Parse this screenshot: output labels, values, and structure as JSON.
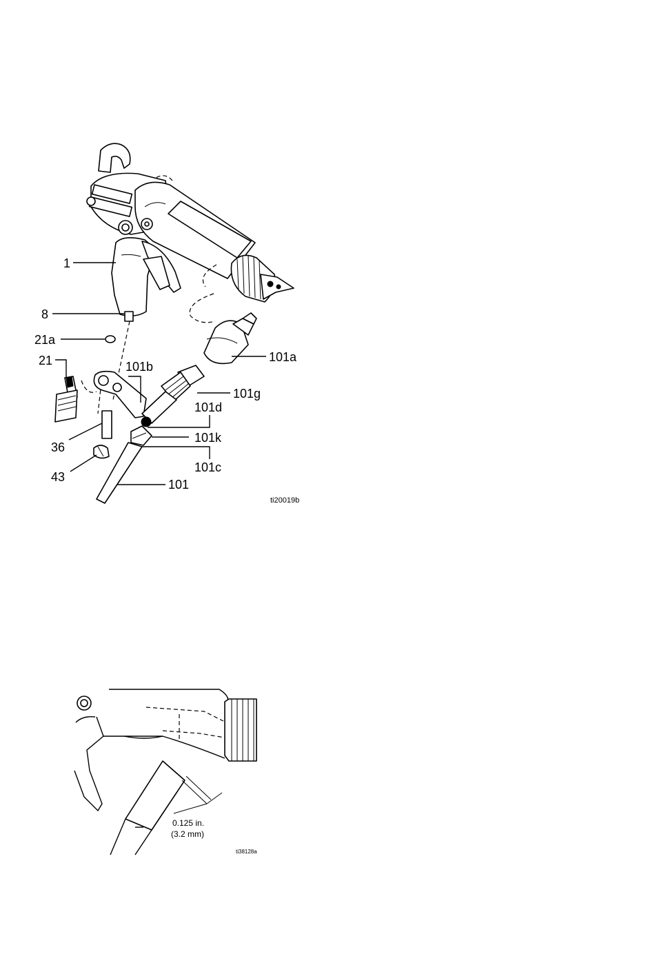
{
  "figure1": {
    "callouts": {
      "c1": "1",
      "c8": "8",
      "c21a": "21a",
      "c21": "21",
      "c36": "36",
      "c43": "43",
      "c101b": "101b",
      "c101a": "101a",
      "c101g": "101g",
      "c101d": "101d",
      "c101k": "101k",
      "c101c": "101c",
      "c101": "101"
    },
    "reference": "ti20019b"
  },
  "figure2": {
    "dimension_line1": "0.125 in.",
    "dimension_line2": "(3.2 mm)",
    "reference": "ti38128a"
  }
}
